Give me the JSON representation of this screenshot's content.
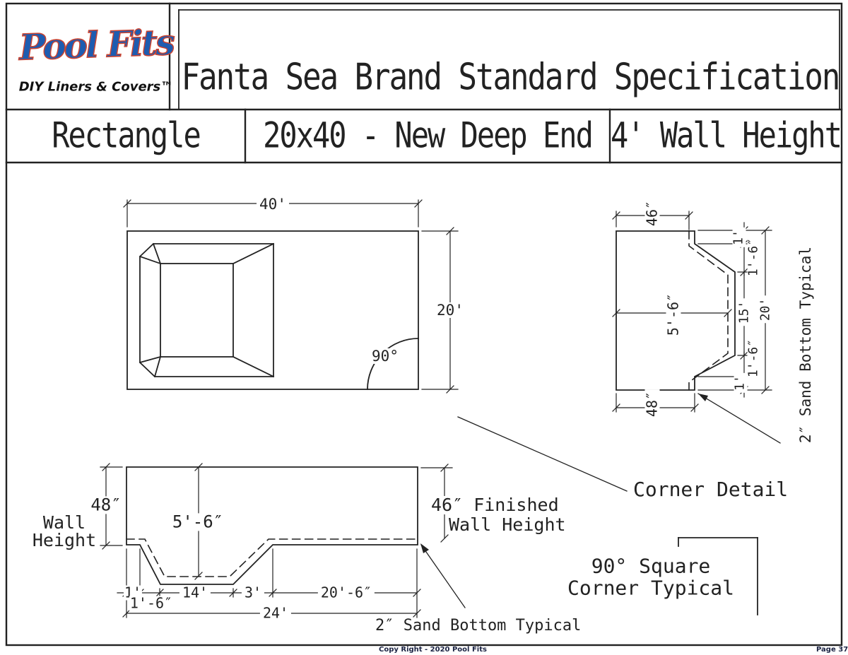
{
  "page": {
    "background": "#ffffff",
    "line_color": "#222222",
    "accent_blue": "#1e5cb0",
    "accent_red": "#cc4430"
  },
  "header": {
    "logo_script": "Pool Fits",
    "logo_tagline": "DIY Liners & Covers™",
    "title": "Fanta Sea Brand Standard Specification"
  },
  "spec_row": {
    "shape": "Rectangle",
    "size": "20x40 - New Deep End",
    "wall_height": "4' Wall Height"
  },
  "plan_view": {
    "length_dim": "40'",
    "width_dim": "20'",
    "corner_angle": "90°"
  },
  "corner_detail": {
    "label": "Corner Detail",
    "finished_wall_dim": "46″",
    "panel_wall_dim": "48″",
    "depth_dim": "5'-6″",
    "top_flat_dim": "1'",
    "top_slope_dim": "1'-6″",
    "floor_dim": "15'",
    "overall_dim": "20'",
    "bottom_slope_dim": "1'-6″",
    "bottom_flat_dim": "1'",
    "sand_note": "2″ Sand Bottom Typical"
  },
  "profile": {
    "wall_dim": "48″",
    "wall_label_line1": "Wall",
    "wall_label_line2": "Height",
    "depth_dim": "5'-6″",
    "finished_wall_line1": "46″ Finished",
    "finished_wall_line2": "Wall Height",
    "flat_dim": "1'",
    "slope_dim": "1'-6″",
    "floor_dim": "14'",
    "upslope_dim": "3'",
    "shallow_dim": "20'-6″",
    "overall_dim": "24'",
    "sand_note": "2″ Sand Bottom Typical"
  },
  "notes": {
    "square_corner_line1": "90° Square",
    "square_corner_line2": "Corner Typical"
  },
  "footer": {
    "copyright": "Copy Right - 2020 Pool Fits",
    "page": "Page 37"
  }
}
